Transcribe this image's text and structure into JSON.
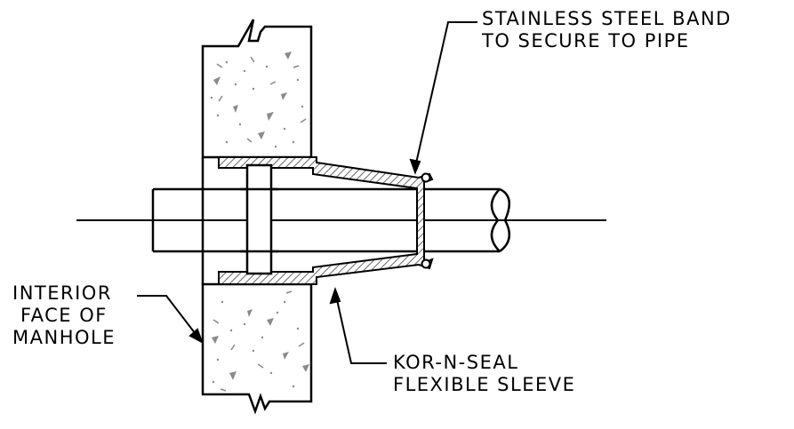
{
  "labels": {
    "band": {
      "line1": "STAINLESS STEEL BAND",
      "line2": "TO SECURE TO PIPE"
    },
    "interior": {
      "line1": "INTERIOR",
      "line2": "FACE OF",
      "line3": "MANHOLE"
    },
    "sleeve": {
      "line1": "KOR-N-SEAL",
      "line2": "FLEXIBLE SLEEVE"
    }
  },
  "colors": {
    "ink": "#000000",
    "concrete_dots": "#8a8a8a",
    "background": "#ffffff"
  }
}
